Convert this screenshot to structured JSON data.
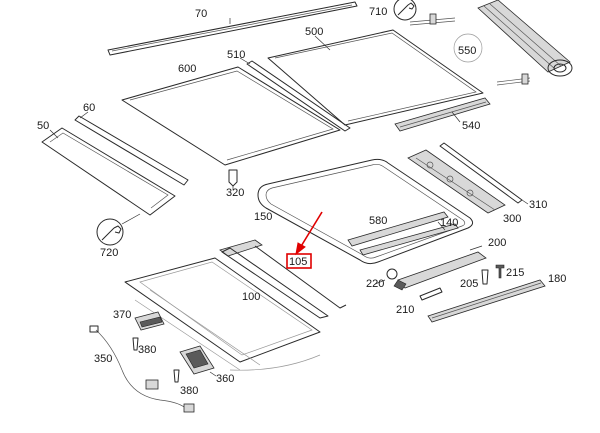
{
  "accent_color": "#e00000",
  "highlighted_part": "105",
  "labels": {
    "p70": "70",
    "p710": "710",
    "p500": "500",
    "p510": "510",
    "p600": "600",
    "p550": "550",
    "p60": "60",
    "p50": "50",
    "p540": "540",
    "p320": "320",
    "p150": "150",
    "p580": "580",
    "p140": "140",
    "p300": "300",
    "p310": "310",
    "p720": "720",
    "p105": "105",
    "p200": "200",
    "p100": "100",
    "p220": "220",
    "p215": "215",
    "p205": "205",
    "p180": "180",
    "p210": "210",
    "p370": "370",
    "p380a": "380",
    "p350": "350",
    "p360": "360",
    "p380b": "380"
  }
}
